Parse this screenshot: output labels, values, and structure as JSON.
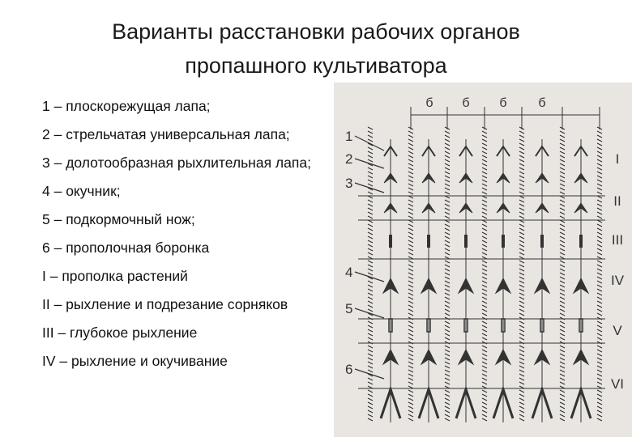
{
  "slide": {
    "title_line1": "Варианты расстановки рабочих органов",
    "title_line2": "пропашного культиватора",
    "legend": [
      "1 – плоскорежущая лапа;",
      "2 – стрельчатая универсальная лапа;",
      "3 – долотообразная рыхлительная лапа;",
      "4 – окучник;",
      "5 – подкормочный нож;",
      "6 – прополочная боронка",
      "I – прополка растений",
      "II – рыхление и подрезание сорняков",
      "III – глубокое рыхление",
      "IV – рыхление и окучивание"
    ]
  },
  "figure": {
    "spacing_labels": [
      "б",
      "б",
      "б",
      "б"
    ],
    "number_labels": [
      "1",
      "2",
      "3",
      "4",
      "5",
      "6"
    ],
    "roman_labels": [
      "I",
      "II",
      "III",
      "IV",
      "V",
      "VI"
    ],
    "colors": {
      "background": "#e9e6e2",
      "ink": "#333333"
    }
  }
}
